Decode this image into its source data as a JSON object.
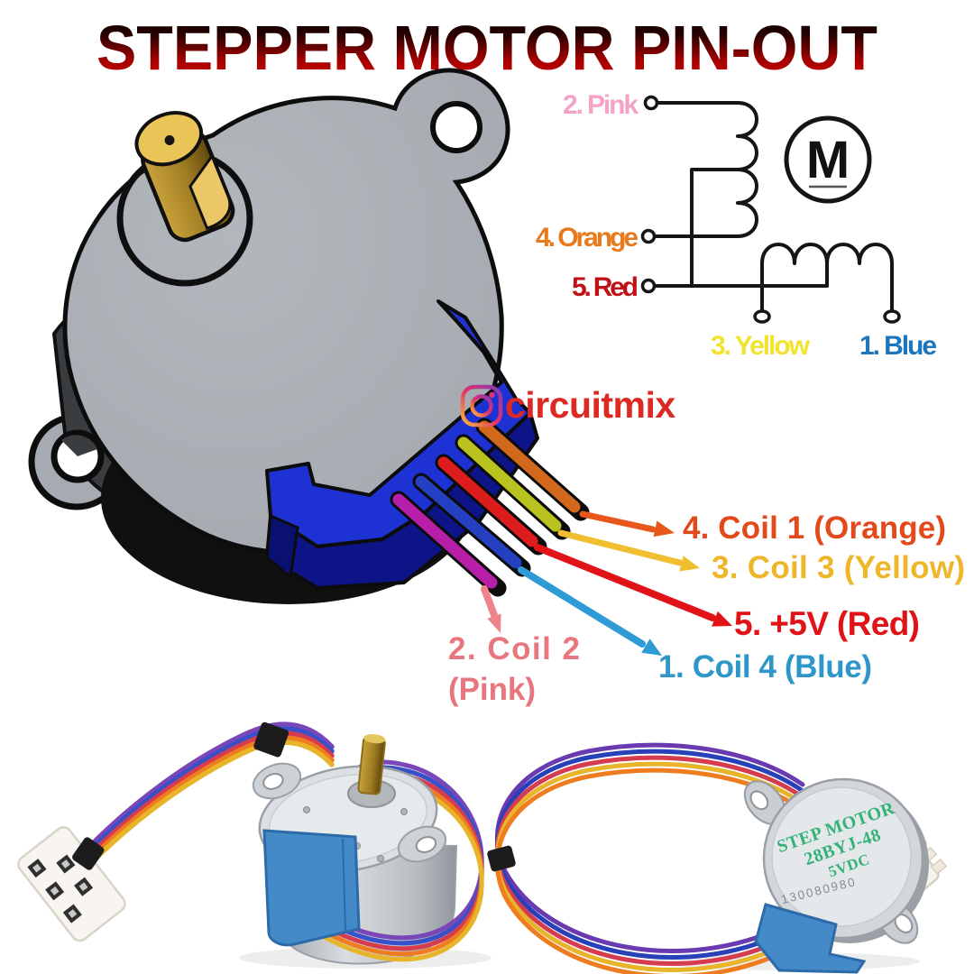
{
  "title": "STEPPER MOTOR PIN-OUT",
  "brand": {
    "handle": "circuitmix",
    "icon": "instagram-icon"
  },
  "schematic": {
    "motor_symbol": "M",
    "pins": {
      "pink": "2. Pink",
      "orange": "4. Orange",
      "red": "5. Red",
      "yellow": "3. Yellow",
      "blue": "1. Blue"
    }
  },
  "pinout": {
    "coil1": "4. Coil 1 (Orange)",
    "coil3": "3. Coil 3 (Yellow)",
    "power": "5. +5V (Red)",
    "coil4": "1. Coil 4 (Blue)",
    "coil2_line1": "2. Coil 2",
    "coil2_line2": "(Pink)"
  },
  "motor_label": {
    "line1": "STEP MOTOR",
    "line2": "28BYJ-48",
    "line3": "5VDC",
    "serial": "130080980"
  },
  "colors": {
    "title_gradient_top": "#0a0000",
    "title_gradient_bottom": "#d40505",
    "pin_pink": "#f4a2c6",
    "pin_orange": "#e87a1e",
    "pin_red": "#bf1218",
    "pin_yellow": "#f2e42e",
    "pin_blue": "#1b76bd",
    "label_coil1": "#e2491b",
    "label_coil3": "#efb62a",
    "label_power": "#e01318",
    "label_coil4": "#2e96c8",
    "label_coil2": "#e8767e",
    "brand_red": "#dc2a22",
    "motor_housing_blue": "#1e32d4",
    "motor_body_gray": "#a6abb1",
    "label_green": "#35b277",
    "serial_gray": "#878e94"
  }
}
